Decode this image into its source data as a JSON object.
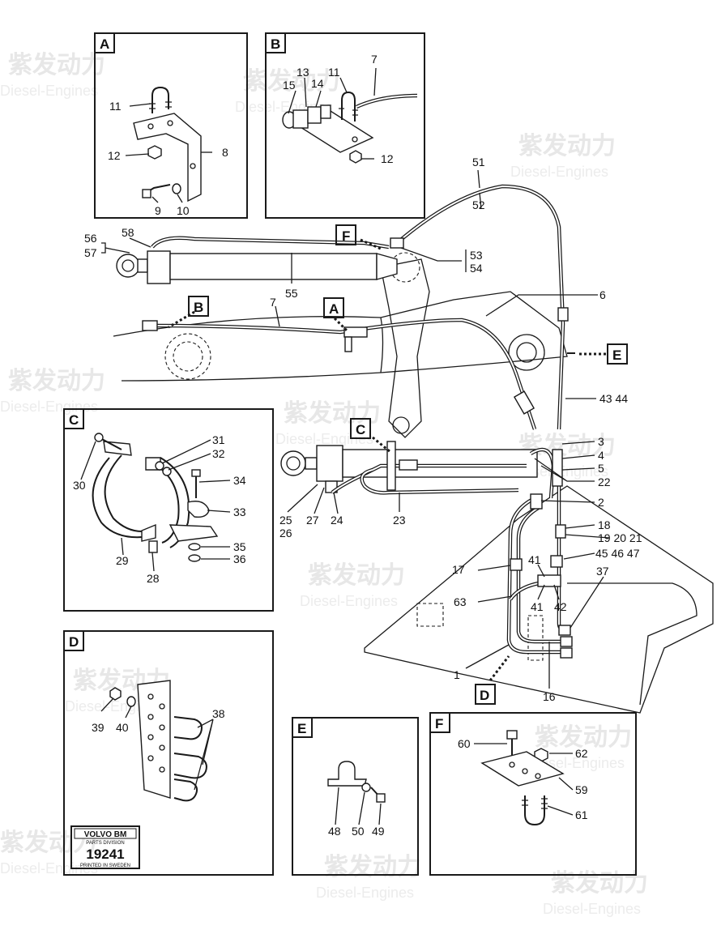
{
  "inset_letters": {
    "A": "A",
    "B": "B",
    "C": "C",
    "D": "D",
    "E": "E",
    "F": "F"
  },
  "callouts": {
    "B": "B",
    "A": "A",
    "C": "C",
    "D": "D",
    "E": "E",
    "F": "F"
  },
  "parts": {
    "p1": "1",
    "p2": "2",
    "p3": "3",
    "p4": "4",
    "p5": "5",
    "p6": "6",
    "p7": "7",
    "p7b": "7",
    "p8": "8",
    "p9": "9",
    "p10": "10",
    "p11": "11",
    "p11b": "11",
    "p12": "12",
    "p12b": "12",
    "p13": "13",
    "p14": "14",
    "p15": "15",
    "p16": "16",
    "p17": "17",
    "p18": "18",
    "p19": "19 20 21",
    "p22": "22",
    "p23": "23",
    "p24": "24",
    "p25": "25",
    "p26": "26",
    "p27": "27",
    "p28": "28",
    "p29": "29",
    "p30": "30",
    "p31": "31",
    "p32": "32",
    "p33": "33",
    "p34": "34",
    "p35": "35",
    "p36": "36",
    "p37": "37",
    "p38": "38",
    "p39": "39",
    "p40": "40",
    "p41": "41",
    "p41b": "41",
    "p42": "42",
    "p43": "43 44",
    "p45": "45 46 47",
    "p48": "48",
    "p49": "49",
    "p50": "50",
    "p51": "51",
    "p52": "52",
    "p53": "53",
    "p54": "54",
    "p55": "55",
    "p56": "56",
    "p57": "57",
    "p58": "58",
    "p59": "59",
    "p60": "60",
    "p61": "61",
    "p62": "62",
    "p63": "63"
  },
  "stamp": {
    "brand": "VOLVO BM",
    "division": "PARTS DIVISION",
    "number": "19241",
    "printed": "PRINTED IN SWEDEN"
  },
  "watermark": {
    "text": "紫发动力",
    "subtext": "Diesel-Engines"
  }
}
